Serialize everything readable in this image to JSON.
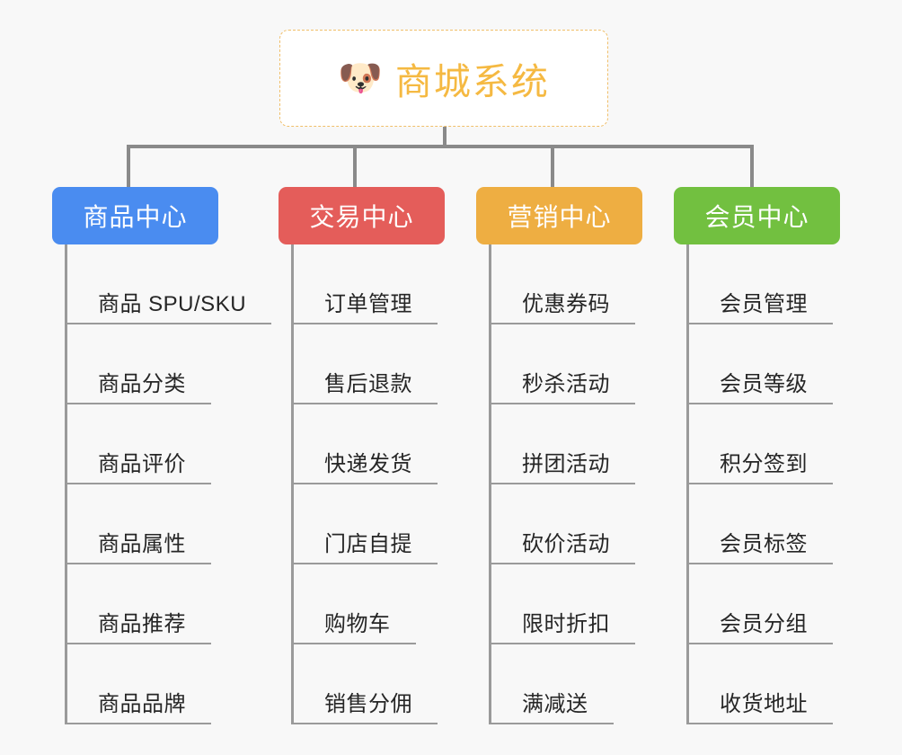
{
  "diagram": {
    "background_color": "#f8f8f8",
    "connector_color": "#8a8a8a",
    "root": {
      "icon": "shiba-dog-face-emoji",
      "icon_glyph": "🐶",
      "title": "商城系统",
      "text_color": "#f5b942",
      "border_color": "#f0bf6a",
      "background_color": "#ffffff"
    },
    "categories": [
      {
        "label": "商品中心",
        "color": "#4a8cf0",
        "items": [
          "商品 SPU/SKU",
          "商品分类",
          "商品评价",
          "商品属性",
          "商品推荐",
          "商品品牌"
        ]
      },
      {
        "label": "交易中心",
        "color": "#e45d5a",
        "items": [
          "订单管理",
          "售后退款",
          "快递发货",
          "门店自提",
          "购物车",
          "销售分佣"
        ]
      },
      {
        "label": "营销中心",
        "color": "#eeae42",
        "items": [
          "优惠券码",
          "秒杀活动",
          "拼团活动",
          "砍价活动",
          "限时折扣",
          "满减送"
        ]
      },
      {
        "label": "会员中心",
        "color": "#72c040",
        "items": [
          "会员管理",
          "会员等级",
          "积分签到",
          "会员标签",
          "会员分组",
          "收货地址"
        ]
      }
    ]
  }
}
